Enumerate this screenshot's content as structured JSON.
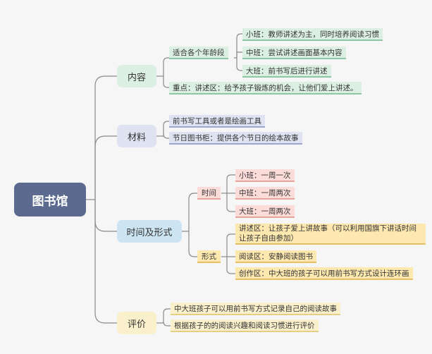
{
  "root": "图书馆",
  "branches": {
    "content": {
      "label": "内容",
      "age_group": "适合各个年龄段",
      "small_class": "小班：教师讲述为主，同时培养阅读习惯",
      "middle_class": "中班：尝试讲述画面基本内容",
      "big_class": "大班：前书写后进行讲述",
      "focus": "重点：讲述区：给予孩子锻炼的机会，让他们爱上讲述。"
    },
    "materials": {
      "label": "材料",
      "item1": "前书写工具或者是绘画工具",
      "item2": "节日图书柜：提供各个节日的绘本故事"
    },
    "time_form": {
      "label": "时间及形式",
      "time": {
        "label": "时间",
        "small": "小班：一周一次",
        "middle": "中班：一周两次",
        "big": "大班：一周两次"
      },
      "form": {
        "label": "形式",
        "speech_area": "讲述区：让孩子爱上讲故事（可以利用国旗下讲话时间让孩子自由参加）",
        "reading_area": "阅读区：安静阅读图书",
        "creation_area": "创作区：中大班的孩子可以用前书写方式设计连环画"
      }
    },
    "evaluation": {
      "label": "评价",
      "item1": "中大班孩子可以用前书写方式记录自己的阅读故事",
      "item2": "根据孩子的的阅读兴趣和阅读习惯进行评价"
    }
  },
  "colors": {
    "root": "#5d6a8f",
    "content": "#dcefe3",
    "materials": "#dfe2f1",
    "time_form": "#cde5f2",
    "evaluation": "#fbf0cc",
    "time": "#fbdcd8",
    "form": "#fde8b0",
    "line": "#8a8a8a"
  }
}
